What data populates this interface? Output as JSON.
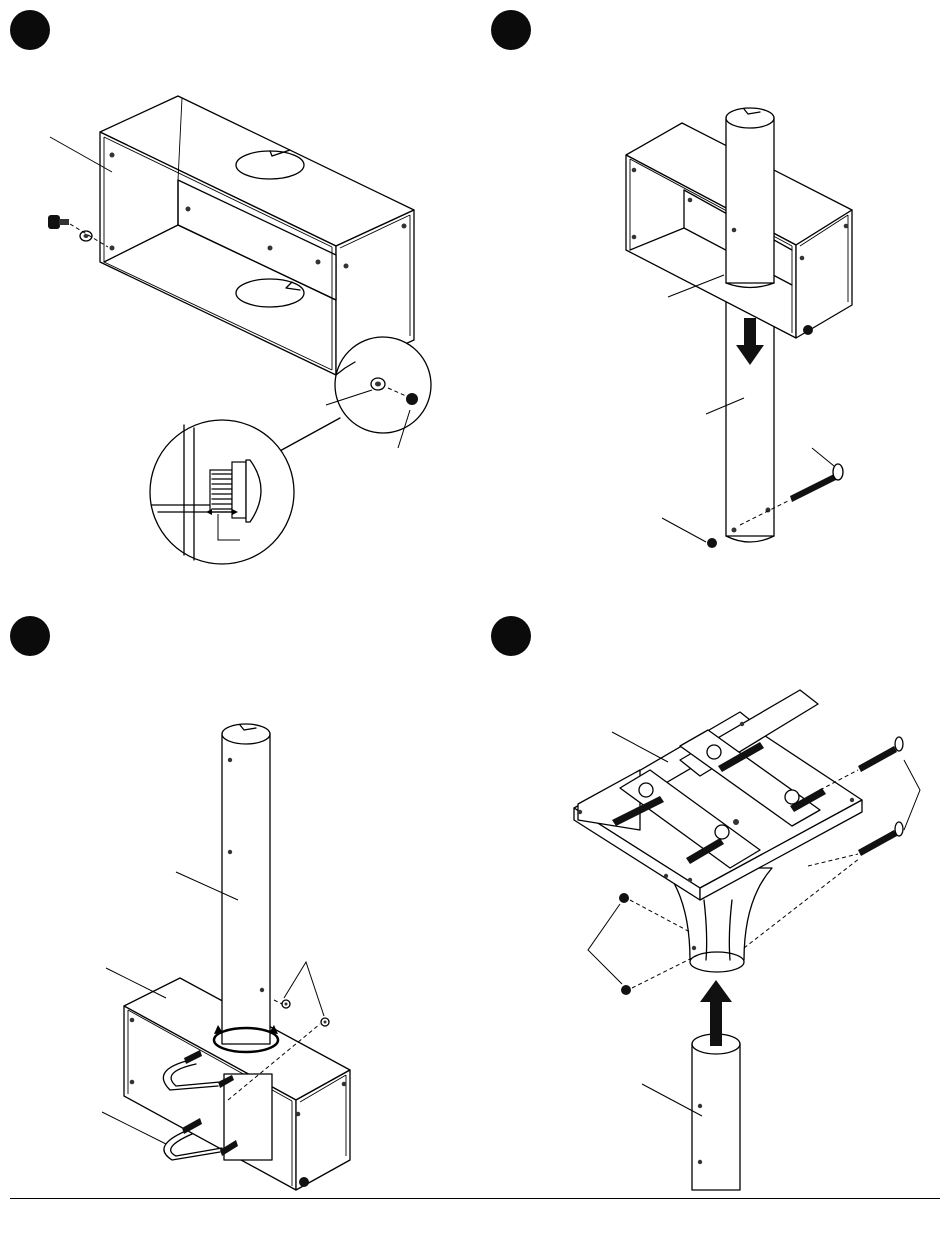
{
  "steps": [
    {
      "id": "step-1",
      "badge": ""
    },
    {
      "id": "step-2",
      "badge": ""
    },
    {
      "id": "step-3",
      "badge": ""
    },
    {
      "id": "step-4",
      "badge": ""
    }
  ],
  "icons": [
    "arrow-down-icon",
    "arrow-up-icon",
    "rotate-arrows-icon",
    "gap-arrows-icon"
  ],
  "colors": {
    "ink": "#000000",
    "badge": "#0b0b0b",
    "background": "#ffffff"
  }
}
